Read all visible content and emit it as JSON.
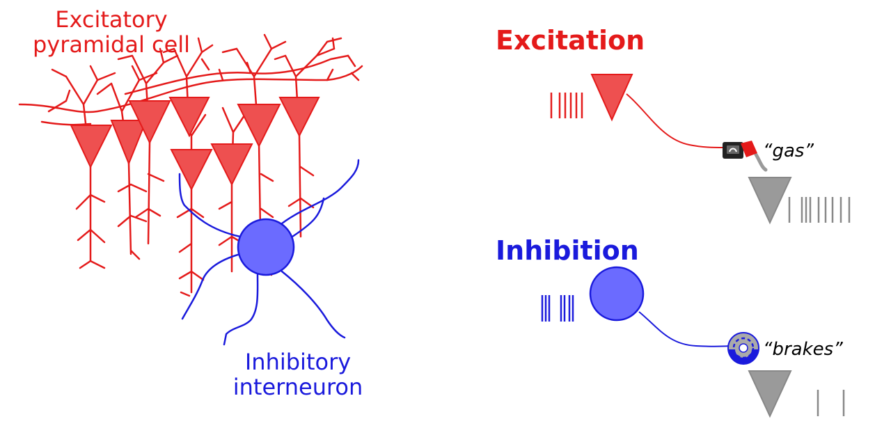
{
  "labels": {
    "excitatory_line1": "Excitatory",
    "excitatory_line2": "pyramidal cell",
    "inhibitory_line1": "Inhibitory",
    "inhibitory_line2": "interneuron",
    "excitation_heading": "Excitation",
    "inhibition_heading": "Inhibition",
    "gas_quote": "“gas”",
    "brakes_quote": "“brakes”"
  },
  "colors": {
    "excitatory": "#e41a1a",
    "excitatory_fill": "#ee5050",
    "inhibitory": "#1a1adc",
    "inhibitory_fill": "#6b6bff",
    "output": "#888888",
    "output_fill": "#9a9a9a"
  },
  "icons": {
    "gas": "fuel-nozzle-icon",
    "brakes": "brake-disc-icon"
  }
}
